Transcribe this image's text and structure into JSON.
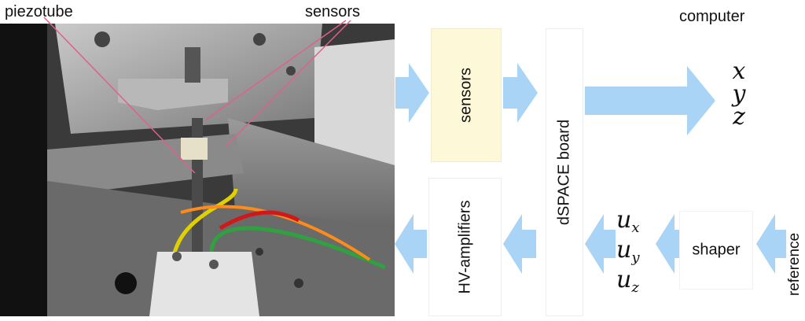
{
  "labels": {
    "piezotube": "piezotube",
    "sensors_top": "sensors",
    "computer": "computer",
    "reference": "reference"
  },
  "blocks": {
    "sensors": "sensors",
    "hv_amplifiers": "HV-amplifiers",
    "dspace_board": "dSPACE board",
    "shaper": "shaper"
  },
  "outputs": {
    "x": "x",
    "y": "y",
    "z": "z"
  },
  "inputs": {
    "u": "u",
    "sub_x": "x",
    "sub_y": "y",
    "sub_z": "z"
  },
  "colors": {
    "arrow": "#a9d4f5",
    "sensors_fill": "#fcf8d8",
    "pointer_line": "#e0608a"
  }
}
